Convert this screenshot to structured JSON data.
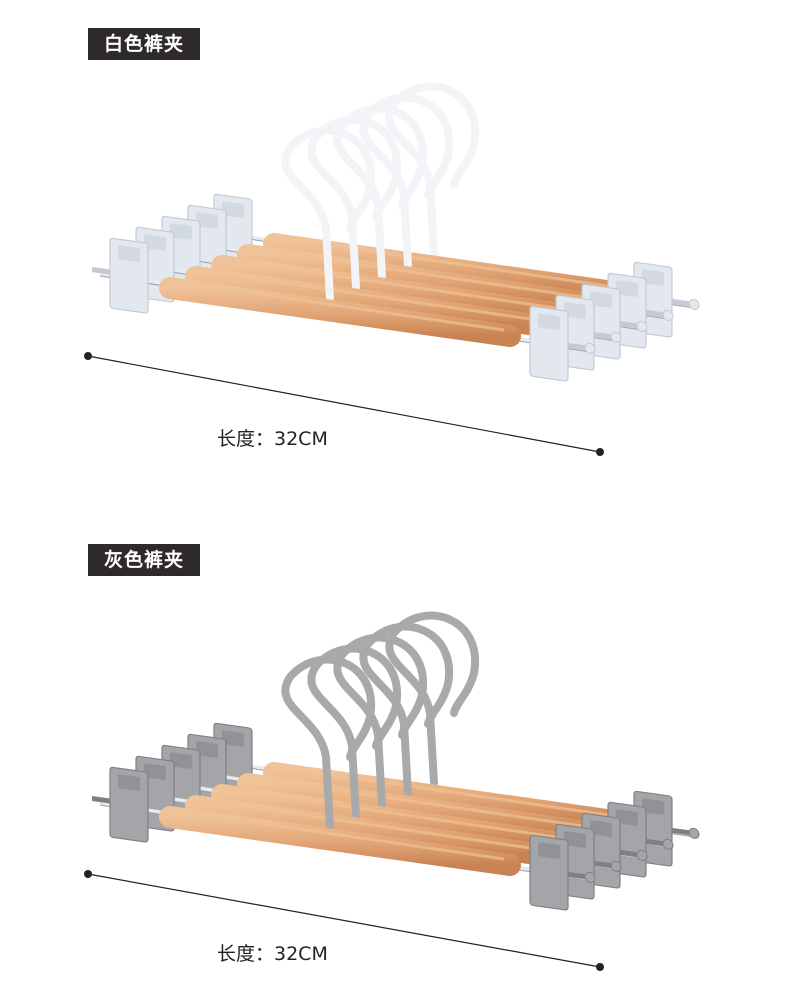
{
  "sections": [
    {
      "label": "白色裤夹",
      "length": "长度：32CM",
      "clip_color": "#e3e8ee",
      "clip_shadow": "#c3cad2",
      "hook_color": "#f2f4f7",
      "hook_shadow": "#c9ced6"
    },
    {
      "label": "灰色裤夹",
      "length": "长度：32CM",
      "clip_color": "#a3a5a8",
      "clip_shadow": "#7e8084",
      "hook_color": "#a8a9ab",
      "hook_shadow": "#7d7e80"
    }
  ],
  "colors": {
    "wood": "#e2a575",
    "wood_light": "#f0c297",
    "wood_dark": "#c98353",
    "tag_bg": "#2f2a2a",
    "measure_line": "#222222"
  }
}
